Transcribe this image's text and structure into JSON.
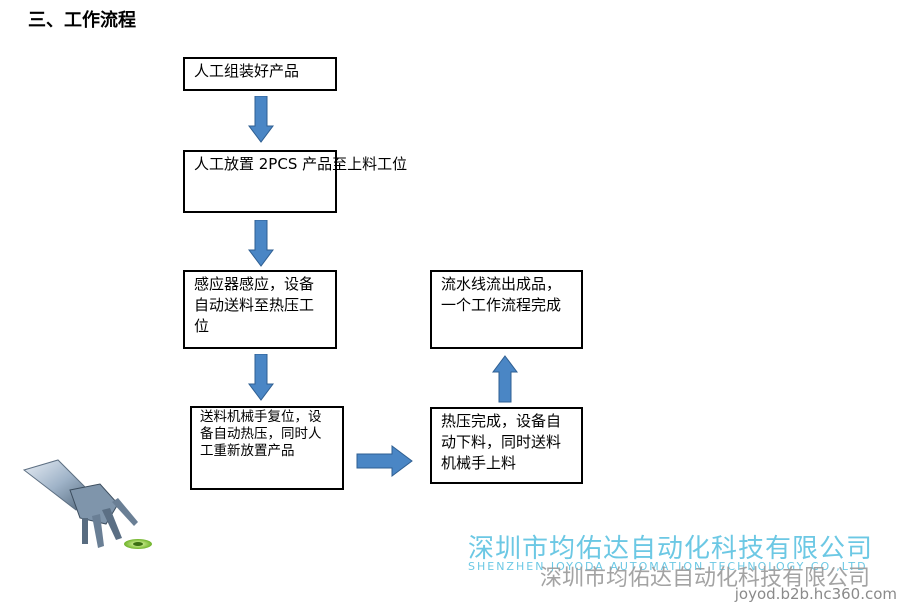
{
  "page_title": "三、工作流程",
  "steps": [
    "人工组装好产品",
    "人工放置 2PCS 产品至上料工位",
    "感应器感应，设备自动送料至热压工位",
    "送料机械手复位，设备自动热压，同时人工重新放置产品",
    "热压完成，设备自动下料，同时送料机械手上料",
    "流水线流出成品，一个工作流程完成"
  ],
  "watermark": {
    "company_cn": "深圳市均佑达自动化科技有限公司",
    "company_en": "SHENZHEN JOYODA AUTOMATION TECHNOLOGY CO.,LTD",
    "overlay_cn": "深圳市均佑达自动化科技有限公司",
    "url": "joyod.b2b.hc360.com"
  },
  "colors": {
    "arrow_fill": "#4a86c5",
    "arrow_stroke": "#2f5f92",
    "watermark": "#6cc8e4"
  }
}
